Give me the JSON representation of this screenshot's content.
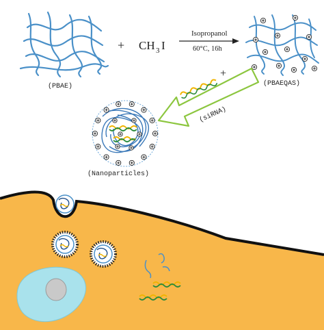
{
  "reaction": {
    "plus1": "+",
    "reagent_main": "CH",
    "reagent_sub": "3",
    "reagent_tail": "I",
    "solvent": "Isopropanol",
    "condition": "60°C, 16h",
    "plus2": "+"
  },
  "labels": {
    "pbae": "(PBAE)",
    "pbaeqas": "(PBAEQAS)",
    "sirna": "(siRNA)",
    "nanoparticles": "(Nanoparticles)"
  },
  "colors": {
    "polymer": "#4a90c8",
    "charge": "#222222",
    "arrow_fill": "#ffffff",
    "arrow_stroke": "#8cc63f",
    "rna_a": "#f0b400",
    "rna_b": "#2a8a3a",
    "cell": "#f8b74a",
    "nucleus": "#a9e2ec",
    "nucleolus": "#c9c9c9",
    "membrane": "#111111"
  }
}
